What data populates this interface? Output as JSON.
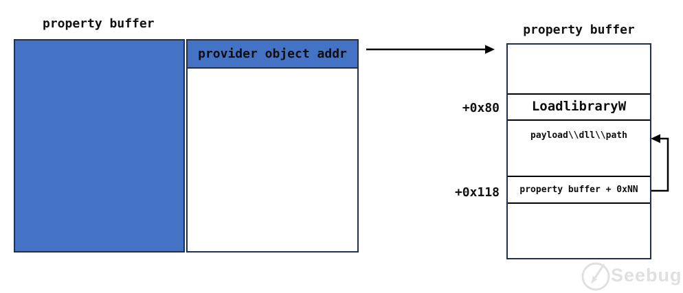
{
  "left_diagram": {
    "title": "property buffer",
    "provider_cell_label": "provider object addr"
  },
  "right_diagram": {
    "title": "property buffer",
    "rows": [
      {
        "label": ""
      },
      {
        "label": "LoadlibraryW",
        "offset": "+0x80"
      },
      {
        "label": "payload\\\\dll\\\\path"
      },
      {
        "label": "property buffer + 0xNN",
        "offset": "+0x118"
      },
      {
        "label": ""
      }
    ]
  },
  "watermark": {
    "text": "Seebug"
  },
  "colors": {
    "cell_blue": "#4472c4",
    "box_border": "#1e2f50",
    "row_divider": "#000000",
    "arrow": "#000000",
    "watermark_gray": "#e0e0e0"
  }
}
